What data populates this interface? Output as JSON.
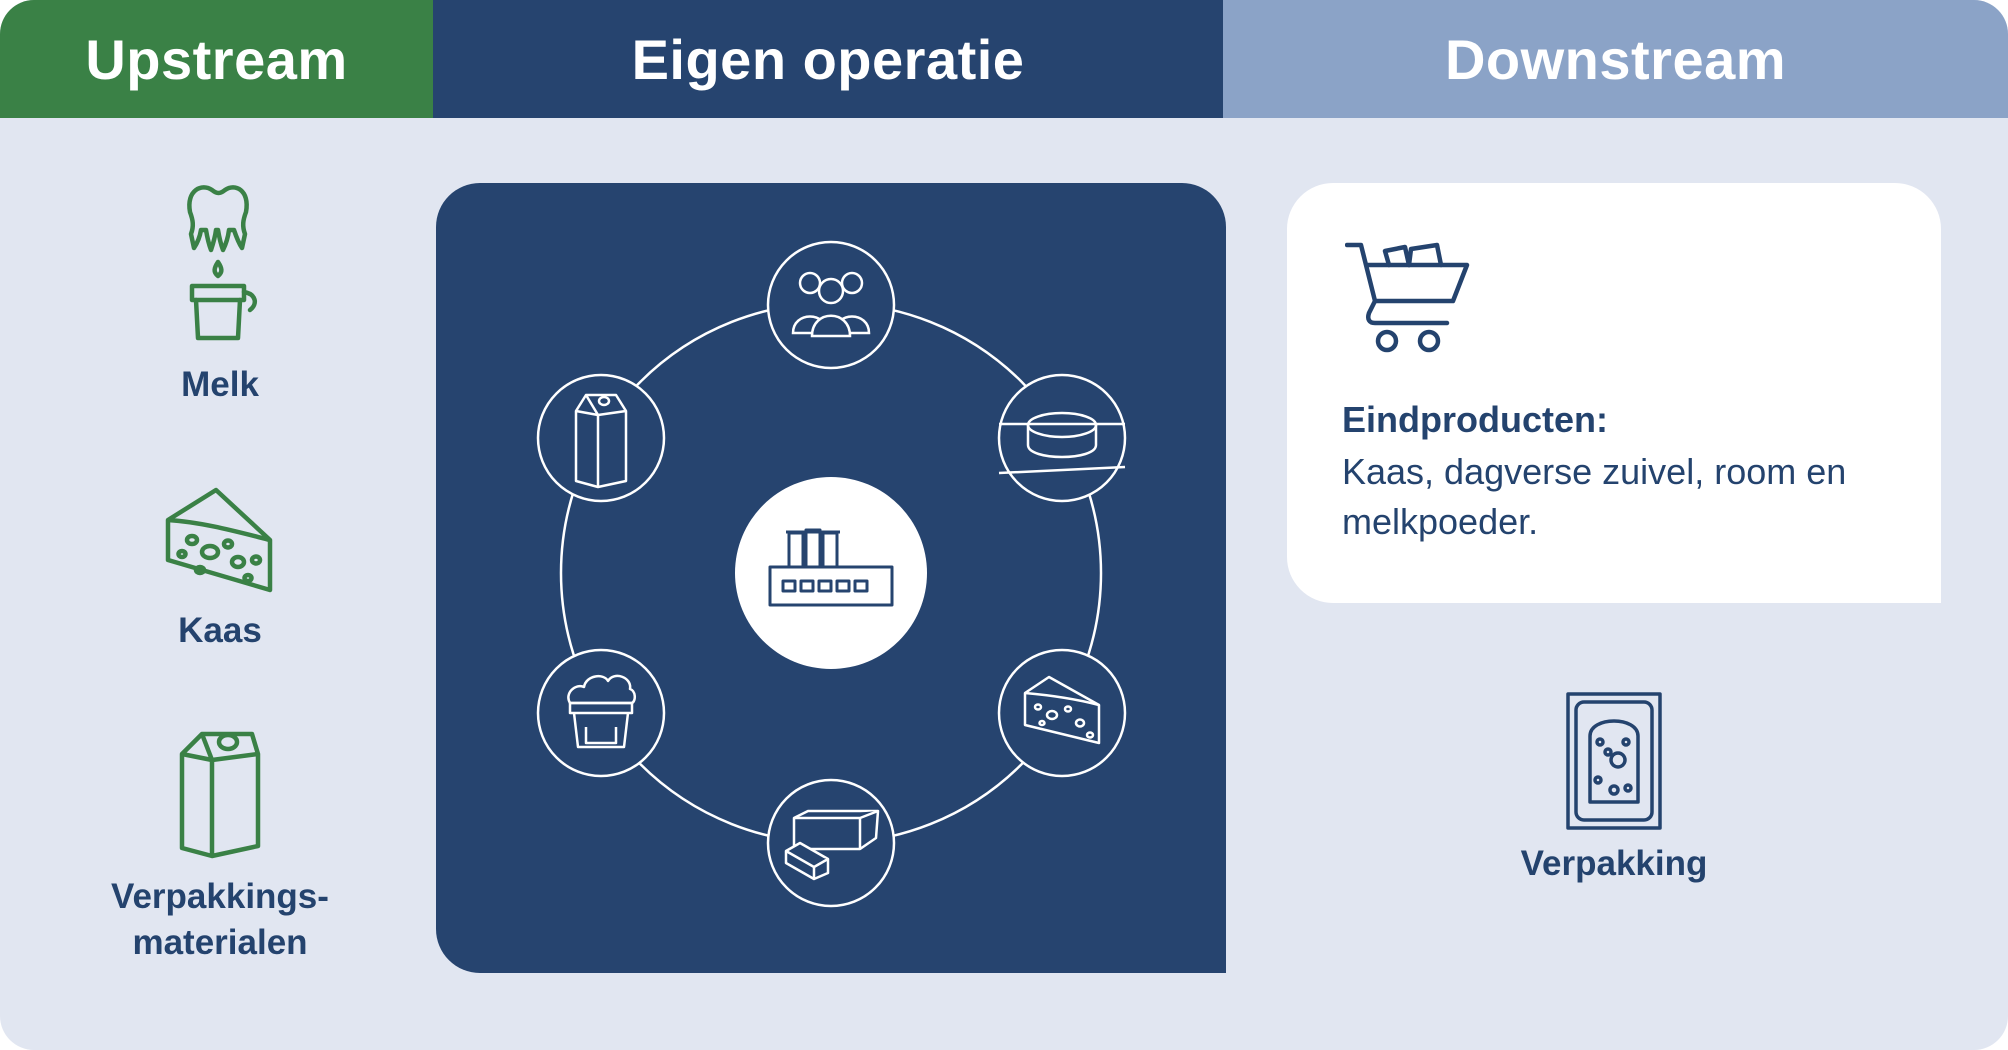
{
  "headers": {
    "upstream": "Upstream",
    "eigen_operatie": "Eigen operatie",
    "downstream": "Downstream"
  },
  "upstream": {
    "items": [
      {
        "label": "Melk",
        "icon": "milk-bucket-icon"
      },
      {
        "label": "Kaas",
        "icon": "cheese-icon"
      },
      {
        "label": "Verpakkings-\nmaterialen",
        "icon": "milk-carton-icon"
      }
    ]
  },
  "eigen_operatie": {
    "center_icon": "factory-icon",
    "ring_icons": [
      "people-icon",
      "cheese-wheel-icon",
      "cheese-wedge-icon",
      "butter-icon",
      "yogurt-cup-icon",
      "milk-carton-icon"
    ]
  },
  "downstream": {
    "card": {
      "icon": "shopping-cart-icon",
      "title": "Eindproducten:",
      "body": "Kaas, dagverse zuivel, room en melkpoeder."
    },
    "packaging": {
      "label": "Verpakking",
      "icon": "packaged-cheese-icon"
    }
  },
  "colors": {
    "upstream_green": "#3a8146",
    "dark_navy": "#26446f",
    "light_blue": "#8ba3c7",
    "background": "#e1e6f1",
    "text_navy": "#24436e"
  }
}
